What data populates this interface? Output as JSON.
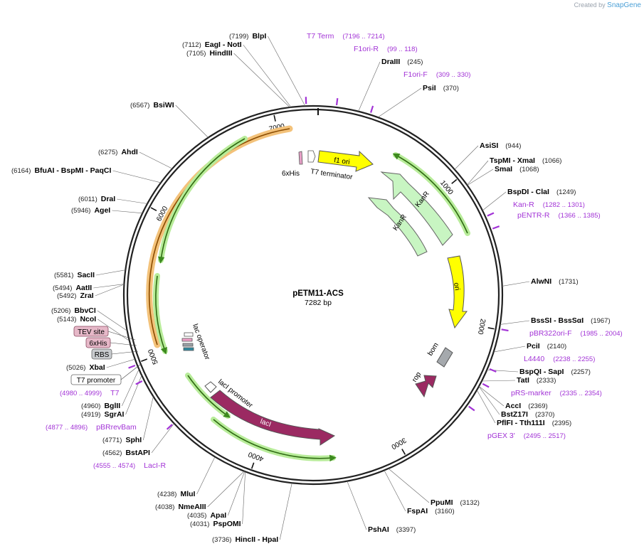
{
  "app": {
    "brand_prefix": "Created by",
    "brand_name": "SnapGene"
  },
  "plasmid": {
    "name": "pETM11-ACS",
    "length_label": "7282 bp",
    "length": 7282
  },
  "ticks": [
    {
      "bp": 1000,
      "label": "1000"
    },
    {
      "bp": 2000,
      "label": "2000"
    },
    {
      "bp": 3000,
      "label": "3000"
    },
    {
      "bp": 4000,
      "label": "4000"
    },
    {
      "bp": 5000,
      "label": "5000"
    },
    {
      "bp": 6000,
      "label": "6000"
    },
    {
      "bp": 7000,
      "label": "7000"
    }
  ],
  "sites": [
    {
      "name": "BlpI",
      "pos": "(7199)",
      "side": "left",
      "bp": 7199
    },
    {
      "name": "EagI   - NotI",
      "pos": "(7112)",
      "side": "left",
      "bp": 7112
    },
    {
      "name": "HindIII",
      "pos": "(7105)",
      "side": "left",
      "bp": 7105
    },
    {
      "name": "DraIII",
      "pos": "(245)",
      "side": "right",
      "bp": 245
    },
    {
      "name": "PsiI",
      "pos": "(370)",
      "side": "right",
      "bp": 370
    },
    {
      "name": "AsiSI",
      "pos": "(944)",
      "side": "right",
      "bp": 944
    },
    {
      "name": "TspMI   - XmaI",
      "pos": "(1066)",
      "side": "right",
      "bp": 1066
    },
    {
      "name": "SmaI",
      "pos": "(1068)",
      "side": "right",
      "bp": 1068
    },
    {
      "name": "BspDI   - ClaI",
      "pos": "(1249)",
      "side": "right",
      "bp": 1249
    },
    {
      "name": "AlwNI",
      "pos": "(1731)",
      "side": "right",
      "bp": 1731
    },
    {
      "name": "BssSI   - BssSαI",
      "pos": "(1967)",
      "side": "right",
      "bp": 1967
    },
    {
      "name": "PciI",
      "pos": "(2140)",
      "side": "right",
      "bp": 2140
    },
    {
      "name": "BspQI   - SapI",
      "pos": "(2257)",
      "side": "right",
      "bp": 2257
    },
    {
      "name": "TatI",
      "pos": "(2333)",
      "side": "right",
      "bp": 2333
    },
    {
      "name": "AccI",
      "pos": "(2369)",
      "side": "right",
      "bp": 2369
    },
    {
      "name": "BstZ17I",
      "pos": "(2370)",
      "side": "right",
      "bp": 2370
    },
    {
      "name": "PflFI   - Tth111I",
      "pos": "(2395)",
      "side": "right",
      "bp": 2395
    },
    {
      "name": "PpuMI",
      "pos": "(3132)",
      "side": "right",
      "bp": 3132
    },
    {
      "name": "FspAI",
      "pos": "(3160)",
      "side": "right",
      "bp": 3160
    },
    {
      "name": "PshAI",
      "pos": "(3397)",
      "side": "right",
      "bp": 3397
    },
    {
      "name": "HincII   - HpaI",
      "pos": "(3736)",
      "side": "left",
      "bp": 3736
    },
    {
      "name": "PspOMI",
      "pos": "(4031)",
      "side": "left",
      "bp": 4031
    },
    {
      "name": "ApaI",
      "pos": "(4035)",
      "side": "left",
      "bp": 4035
    },
    {
      "name": "NmeAIII",
      "pos": "(4038)",
      "side": "left",
      "bp": 4038
    },
    {
      "name": "MluI",
      "pos": "(4238)",
      "side": "left",
      "bp": 4238
    },
    {
      "name": "BstAPI",
      "pos": "(4562)",
      "side": "left",
      "bp": 4562
    },
    {
      "name": "SphI",
      "pos": "(4771)",
      "side": "left",
      "bp": 4771
    },
    {
      "name": "SgrAI",
      "pos": "(4919)",
      "side": "left",
      "bp": 4919
    },
    {
      "name": "BglII",
      "pos": "(4960)",
      "side": "left",
      "bp": 4960
    },
    {
      "name": "XbaI",
      "pos": "(5026)",
      "side": "left",
      "bp": 5026
    },
    {
      "name": "NcoI",
      "pos": "(5143)",
      "side": "left",
      "bp": 5143
    },
    {
      "name": "BbvCI",
      "pos": "(5206)",
      "side": "left",
      "bp": 5206
    },
    {
      "name": "ZraI",
      "pos": "(5492)",
      "side": "left",
      "bp": 5492
    },
    {
      "name": "AatII",
      "pos": "(5494)",
      "side": "left",
      "bp": 5494
    },
    {
      "name": "SacII",
      "pos": "(5581)",
      "side": "left",
      "bp": 5581
    },
    {
      "name": "AgeI",
      "pos": "(5946)",
      "side": "left",
      "bp": 5946
    },
    {
      "name": "DraI",
      "pos": "(6011)",
      "side": "left",
      "bp": 6011
    },
    {
      "name": "BfuAI   - BspMI   - PaqCI",
      "pos": "(6164)",
      "side": "left",
      "bp": 6164
    },
    {
      "name": "AhdI",
      "pos": "(6275)",
      "side": "left",
      "bp": 6275
    },
    {
      "name": "BsiWI",
      "pos": "(6567)",
      "side": "left",
      "bp": 6567
    }
  ],
  "primers": [
    {
      "name": "T7 Term",
      "pos": "(7196 .. 7214)",
      "bp": 7205
    },
    {
      "name": "F1ori-R",
      "pos": "(99 .. 118)",
      "bp": 108
    },
    {
      "name": "F1ori-F",
      "pos": "(309 .. 330)",
      "bp": 320
    },
    {
      "name": "Kan-R",
      "pos": "(1282 .. 1301)",
      "bp": 1291
    },
    {
      "name": "pENTR-R",
      "pos": "(1366 .. 1385)",
      "bp": 1375
    },
    {
      "name": "pBR322ori-F",
      "pos": "(1985 .. 2004)",
      "bp": 1995
    },
    {
      "name": "L4440",
      "pos": "(2238 .. 2255)",
      "bp": 2246
    },
    {
      "name": "pRS-marker",
      "pos": "(2335 .. 2354)",
      "bp": 2345
    },
    {
      "name": "pGEX 3'",
      "pos": "(2495 .. 2517)",
      "bp": 2506
    },
    {
      "name": "T7",
      "pos": "(4980 .. 4999)",
      "bp": 4990
    },
    {
      "name": "pBRrevBam",
      "pos": "(4877 .. 4896)",
      "bp": 4886
    },
    {
      "name": "LacI-R",
      "pos": "(4555 .. 4574)",
      "bp": 4565
    }
  ],
  "features": [
    {
      "name": "f1 ori",
      "color": "#ffff00"
    },
    {
      "name": "KanR",
      "color": "#c8f5c2"
    },
    {
      "name": "KanR",
      "color": "#c8f5c2"
    },
    {
      "name": "ori",
      "color": "#ffff00"
    },
    {
      "name": "rop",
      "color": "#9b2a62"
    },
    {
      "name": "bom",
      "color": "#a5a9ad"
    },
    {
      "name": "lacI",
      "color": "#9b2a62"
    },
    {
      "name": "lacI promoter",
      "color": "#ffffff"
    },
    {
      "name": "lac operator",
      "color": "#ffffff"
    },
    {
      "name": "6xHis",
      "color": "#e8a0c8"
    },
    {
      "name": "T7 terminator",
      "color": "#ffffff"
    }
  ],
  "tags": [
    {
      "name": "TEV site",
      "style": "pink"
    },
    {
      "name": "6xHis",
      "style": "pink"
    },
    {
      "name": "RBS",
      "style": "gray"
    },
    {
      "name": "T7 promoter",
      "style": "white"
    }
  ],
  "colors": {
    "primer": "#a233d6",
    "backbone": "#222222",
    "orf_orange": "#f0a23a",
    "orf_green": "#4c9a2a"
  }
}
